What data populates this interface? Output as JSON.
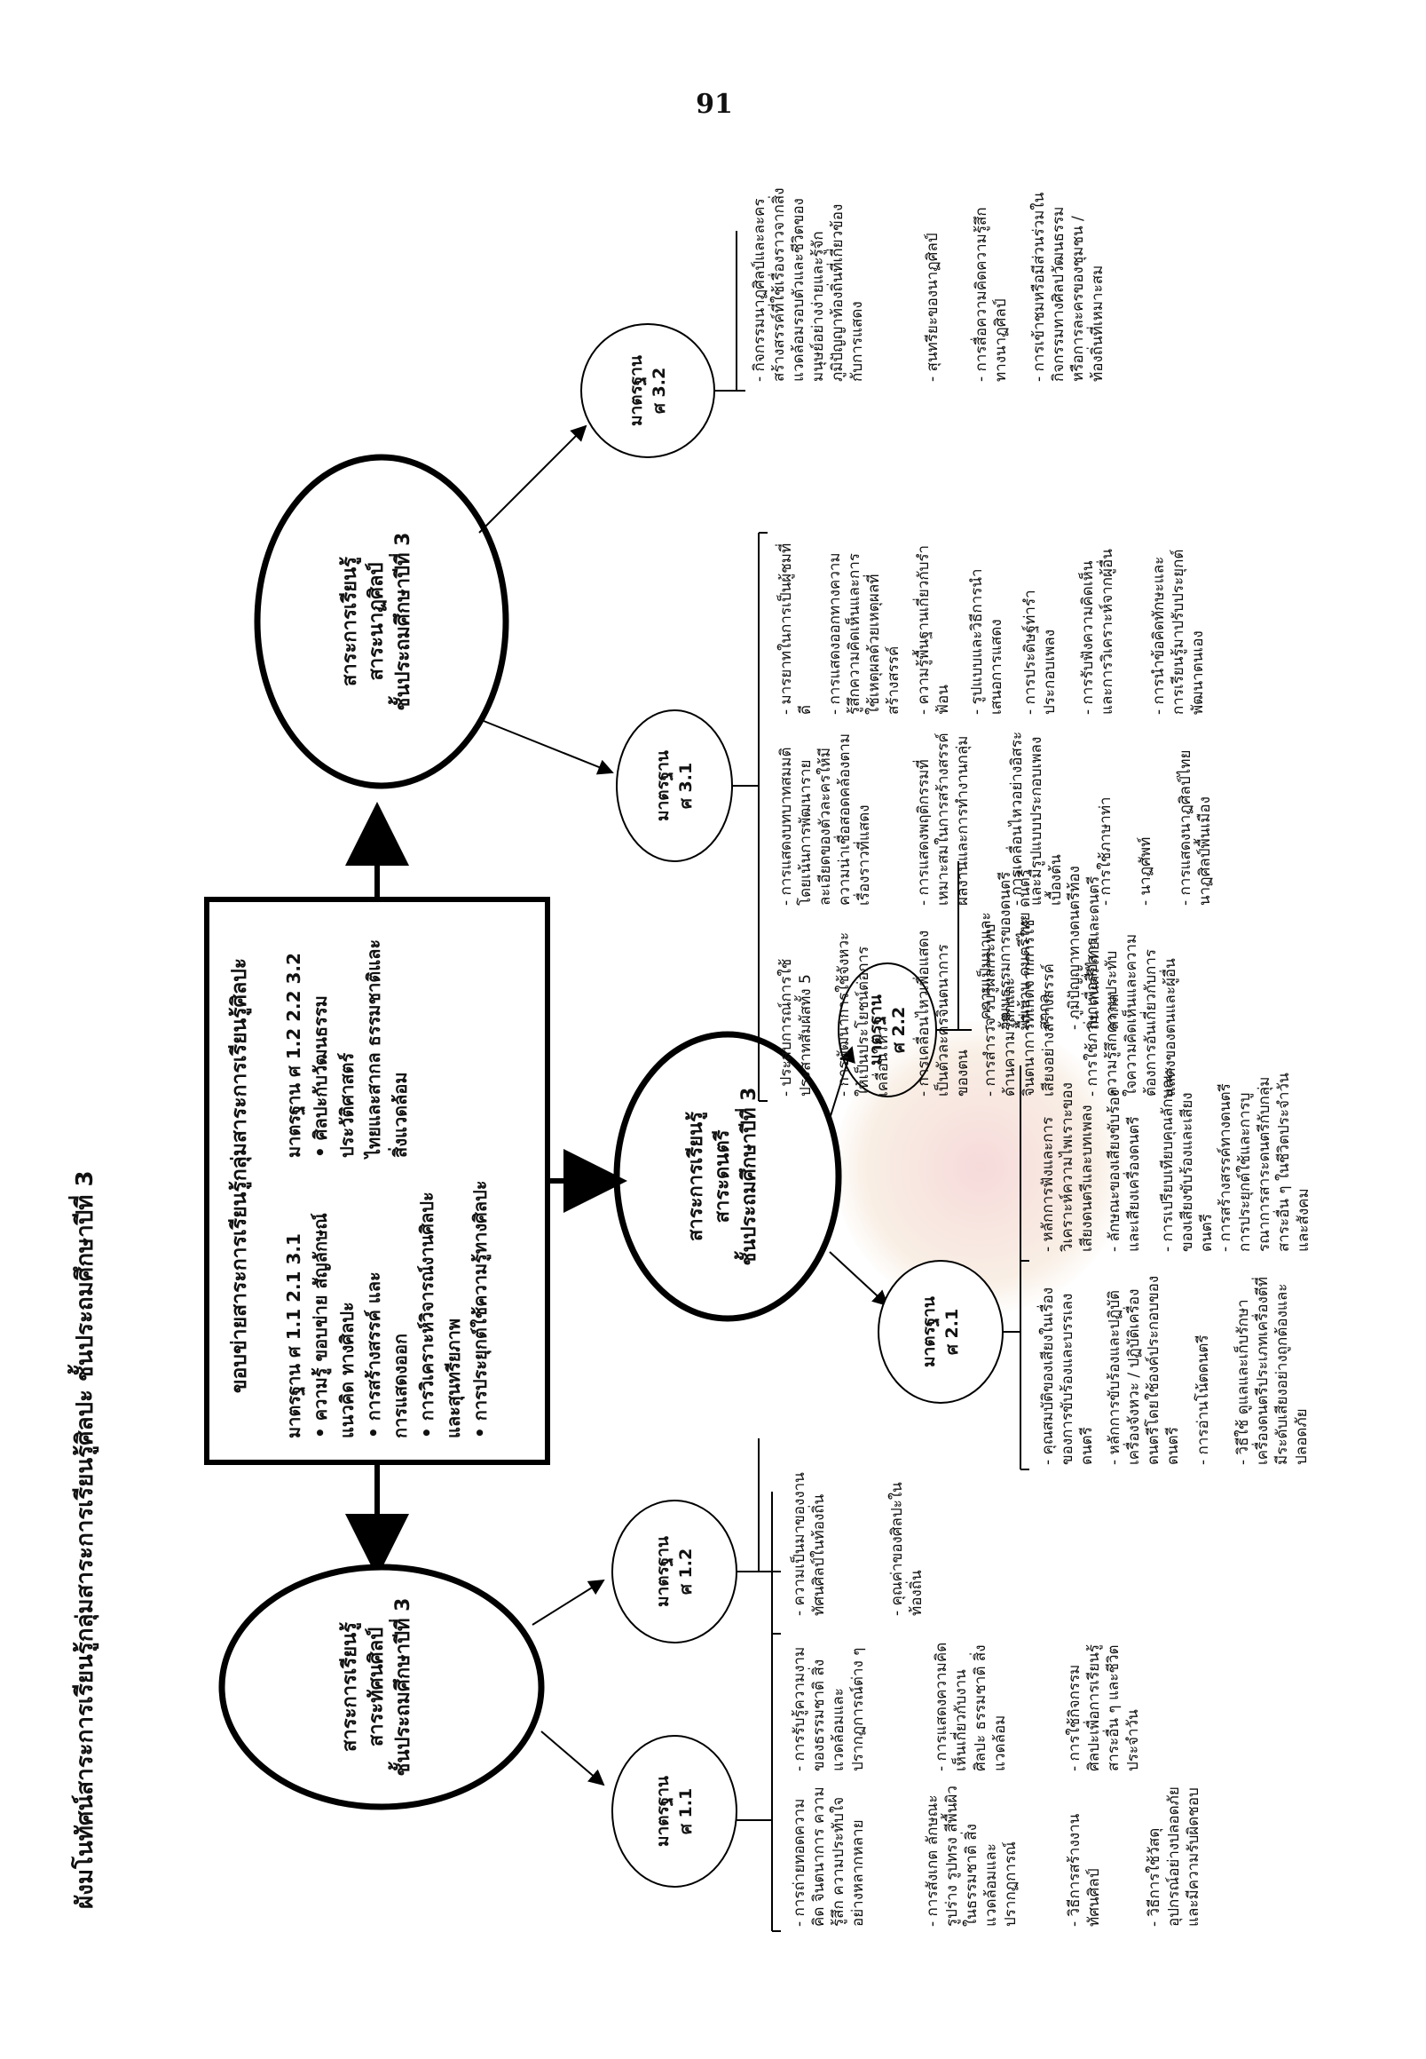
{
  "page_number": "91",
  "title": "ผังมโนทัศน์สาระการเรียนรู้กลุ่มสาระการเรียนรู้ศิลปะ     ชั้นประถมศึกษาปีที่ 3",
  "center": {
    "heading": "ขอบข่ายสาระการเรียนรู้กลุ่มสาระการเรียนรู้ศิลปะ",
    "left_col": [
      "มาตรฐาน ศ 1.1 2.1 3.1",
      "• ความรู้  ขอบข่าย  สัญลักษณ์",
      "   แนวคิด  ทางศิลปะ",
      "• การสร้างสรรค์  และ",
      "   การแสดงออก",
      "• การวิเคราะห์วิจารณ์งานศิลปะ",
      "   และสุนทรียภาพ",
      "• การประยุกต์ใช้ความรู้ทางศิลปะ"
    ],
    "right_col": [
      "มาตรฐาน ศ 1.2 2.2 3.2",
      "• ศิลปะกับวัฒนธรรมประวัติศาสตร์",
      "   ไทยและสากล  ธรรมชาติและ",
      "   สิ่งแวดล้อม"
    ]
  },
  "strands": {
    "visual": [
      "สาระการเรียนรู้",
      "สาระทัศนศิลป์",
      "ชั้นประถมศึกษาปีที่ 3"
    ],
    "music": [
      "สาระการเรียนรู้",
      "สาระดนตรี",
      "ชั้นประถมศึกษาปีที่ 3"
    ],
    "drama": [
      "สาระการเรียนรู้",
      "สาระนาฏศิลป์",
      "ชั้นประถมศึกษาปีที่ 3"
    ]
  },
  "standards": {
    "s11": [
      "มาตรฐาน",
      "ศ 1.1"
    ],
    "s12": [
      "มาตรฐาน",
      "ศ 1.2"
    ],
    "s21": [
      "มาตรฐาน",
      "ศ 2.1"
    ],
    "s22": [
      "มาตรฐาน",
      "ศ 2.2"
    ],
    "s31": [
      "มาตรฐาน",
      "ศ 3.1"
    ],
    "s32": [
      "มาตรฐาน",
      "ศ 3.2"
    ]
  },
  "items": {
    "s11": [
      "- การถ่ายทอดความคิด จินตนาการ ความรู้สึก ความประทับใจอย่างหลากหลาย",
      "- การสังเกต ลักษณะ รูปร่าง รูปทรง สีพื้นผิว ในธรรมชาติ สิ่งแวดล้อมและปรากฏการณ์",
      "- วิธีการสร้างงานทัศนศิลป์",
      "- วิธีการใช้วัสดุอุปกรณ์อย่างปลอดภัยและมีความรับผิดชอบ",
      "- การรับรู้ความงามของธรรมชาติ สิ่งแวดล้อมและปรากฏการณ์ต่าง ๆ",
      "- การแสดงความคิดเห็นเกี่ยวกับงานศิลปะ ธรรมชาติ สิ่งแวดล้อม",
      "- การใช้กิจกรรมศิลปะเพื่อการเรียนรู้สาระอื่น ๆ และชีวิตประจำวัน"
    ],
    "s12": [
      "- ความเป็นมาของงานทัศนศิลป์ในท้องถิ่น",
      "- คุณค่าของศิลปะในท้องถิ่น"
    ],
    "s21": [
      "- คุณสมบัติของเสียงในเรื่องของการขับร้องและบรรเลงดนตรี",
      "- หลักการขับร้องและปฏิบัติเครื่องจังหวะ / ปฏิบัติเครื่องดนตรีโดยใช้องค์ประกอบของดนตรี",
      "- การอ่านโน้ตดนตรี",
      "- วิธีใช้ ดูแลและเก็บรักษาเครื่องดนตรีประเภทเครื่องตีที่มีระดับเสียงอย่างถูกต้องและปลอดภัย",
      "- หลักการฟังและการวิเคราะห์ความไพเราะของเสียงดนตรีและบทเพลง",
      "- ลักษณะของเสียงขับร้องและเสียงเครื่องดนตรี",
      "- การเปรียบเทียบคุณลักษณะของเสียงขับร้องและเสียงดนตรี",
      "- การสร้างสรรค์ทางดนตรีการประยุกต์ใช้และการบูรณาการสาระดนตรีกับกลุ่มสาระอื่น ๆ ในชีวิตประจำวันและสังคม"
    ],
    "s22": [
      "- ความเป็นมาและวัฒนธรรมการของดนตรีพื้นบ้าน ดนตรีไทย ดนตรีสากล",
      "- ภูมิปัญญาทางดนตรีท้องถิ่น ดนตรีไทยและดนตรีสากล"
    ],
    "s31": [
      "- ประสบการณ์การใช้ประสาทสัมผัสทั้ง 5",
      "- การพัฒนาการใช้จังหวะให้เป็นประโยชน์ต่อการเคลื่อนไหว",
      "- การเคลื่อนไหวเพื่อแสดงเป็นตัวละครจินตนาการของตน",
      "- การสำรวจ รับรู้ผลกระทบด้านความรู้สึกและจินตนาการที่เกิดจากการใช้เสียงอย่างสร้างสรรค์",
      "- การใช้ภาษาเพื่อสื่อสารความรู้สึกความประทับใจความคิดเห็นและความต้องการอันเกี่ยวกับการแสดงของตนและผู้อื่น",
      "- การแสดงบทบาทสมมติโดยเน้นการพัฒนารายละเอียดของตัวละครให้มีความน่าเชื่อสอดคล้องตามเรื่องราวที่แสดง",
      "- การแสดงพฤติกรรมที่เหมาะสมในการสร้างสรรค์ผลงานและการทำงานกลุ่ม",
      "- การเคลื่อนไหวอย่างอิสระและมีรูปแบบประกอบเพลงเบื้องต้น",
      "- การใช้ภาษาท่า",
      "- นาฏศัพท์",
      "- การแสดงนาฏศิลป์ไทยนาฏศิลป์พื้นเมือง",
      "- มารยาทในการเป็นผู้ชมที่ดี",
      "- การแสดงออกทางความรู้สึกความคิดเห็นและการใช้เหตุผลด้วยเหตุผลที่สร้างสรรค์",
      "- ความรู้พื้นฐานเกี่ยวกับรำ ฟ้อน",
      "- รูปแบบและวิธีการนำเสนอการแสดง",
      "- การประดิษฐ์ท่ารำประกอบเพลง",
      "- การรับฟังความคิดเห็นและการวิเคราะห์จากผู้อื่น",
      "- การนำข้อคิดทักษะและการเรียนรู้มาปรับประยุกต์พัฒนาตนเอง"
    ],
    "s32": [
      "- กิจกรรมนาฏศิลป์และละครสร้างสรรค์ที่ใช้เรื่องราวจากสิ่งแวดล้อมรอบตัวและชีวิตของมนุษย์อย่างง่ายและรู้จักภูมิปัญญาท้องถิ่นที่เกี่ยวข้องกับการแสดง",
      "- สุนทรียะของนาฏศิลป์",
      "- การสื่อความคิดความรู้สึกทางนาฏศิลป์",
      "- การเข้าชมหรือมีส่วนร่วมในกิจกรรมทางศิลปวัฒนธรรมหรือการละครของชุมชน / ท้องถิ่นที่เหมาะสม"
    ]
  }
}
